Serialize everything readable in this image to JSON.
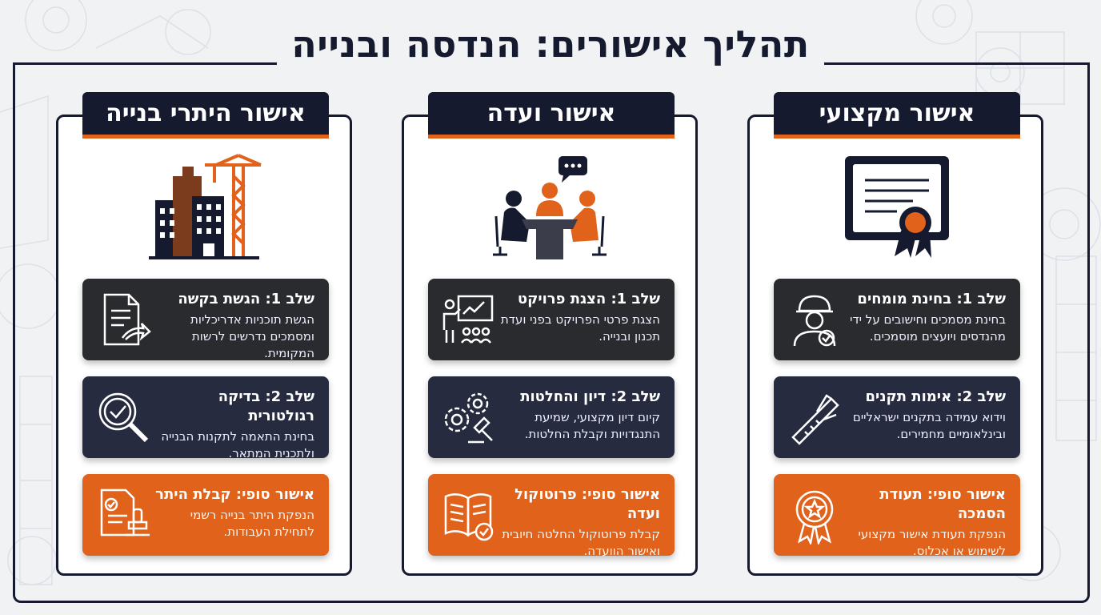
{
  "title": "תהליך אישורים: הנדסה ובנייה",
  "columns": [
    {
      "id": "professional",
      "header": "אישור מקצועי",
      "icon": "certificate-icon",
      "steps": [
        {
          "title": "שלב 1: בחינת מומחים",
          "desc": "בחינת מסמכים וחישובים על ידי מהנדסים ויועצים מוסמכים.",
          "icon": "engineer-icon"
        },
        {
          "title": "שלב 2: אימות תקנים",
          "desc": "וידוא עמידה בתקנים ישראליים ובינלאומיים מחמירים.",
          "icon": "caliper-icon"
        },
        {
          "title": "אישור סופי: תעודת הסמכה",
          "desc": "הנפקת תעודת אישור מקצועי לשימוש או אכלוס.",
          "icon": "award-badge-icon"
        }
      ]
    },
    {
      "id": "committee",
      "header": "אישור ועדה",
      "icon": "meeting-icon",
      "steps": [
        {
          "title": "שלב 1: הצגת פרויקט",
          "desc": "הצגת פרטי הפרויקט בפני ועדת תכנון ובנייה.",
          "icon": "presentation-icon"
        },
        {
          "title": "שלב 2: דיון והחלטות",
          "desc": "קיום דיון מקצועי, שמיעת התנגדויות וקבלת החלטות.",
          "icon": "gears-gavel-icon"
        },
        {
          "title": "אישור סופי: פרוטוקול ועדה",
          "desc": "קבלת פרוטוקול החלטה חיובית ואישור הוועדה.",
          "icon": "open-book-check-icon"
        }
      ]
    },
    {
      "id": "permit",
      "header": "אישור היתרי בנייה",
      "icon": "buildings-crane-icon",
      "steps": [
        {
          "title": "שלב 1: הגשת בקשה",
          "desc": "הגשת תוכניות אדריכליות ומסמכים נדרשים לרשות המקומית.",
          "icon": "document-send-icon"
        },
        {
          "title": "שלב 2: בדיקה רגולטורית",
          "desc": "בחינת התאמה לתקנות הבנייה ולתכנית המתאר.",
          "icon": "magnifier-check-icon"
        },
        {
          "title": "אישור סופי: קבלת היתר",
          "desc": "הנפקת היתר בנייה רשמי לתחילת העבודות.",
          "icon": "stamped-permit-icon"
        }
      ]
    }
  ],
  "colors": {
    "navy": "#161a2e",
    "orange": "#e0621b",
    "card_dark": "#2a2b2f",
    "card_navy": "#272b40"
  }
}
